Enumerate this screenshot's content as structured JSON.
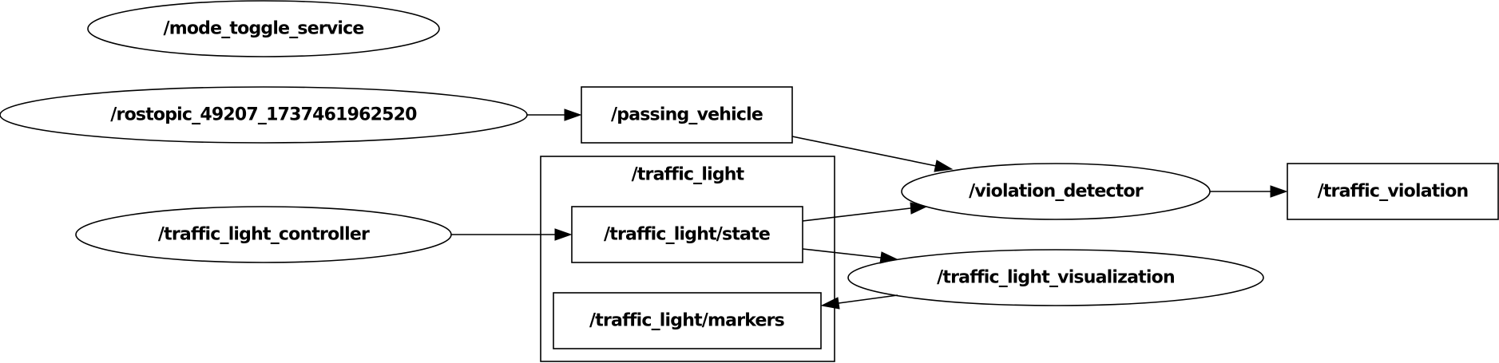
{
  "graph": {
    "nodes": [
      {
        "id": "mode_toggle_service",
        "label": "/mode_toggle_service",
        "kind": "node"
      },
      {
        "id": "rostopic",
        "label": "/rostopic_49207_1737461962520",
        "kind": "node"
      },
      {
        "id": "passing_vehicle",
        "label": "/passing_vehicle",
        "kind": "topic"
      },
      {
        "id": "traffic_light_group",
        "label": "/traffic_light",
        "kind": "namespace"
      },
      {
        "id": "traffic_light_controller",
        "label": "/traffic_light_controller",
        "kind": "node"
      },
      {
        "id": "traffic_light_state",
        "label": "/traffic_light/state",
        "kind": "topic"
      },
      {
        "id": "traffic_light_markers",
        "label": "/traffic_light/markers",
        "kind": "topic"
      },
      {
        "id": "violation_detector",
        "label": "/violation_detector",
        "kind": "node"
      },
      {
        "id": "traffic_light_visualization",
        "label": "/traffic_light_visualization",
        "kind": "node"
      },
      {
        "id": "traffic_violation",
        "label": "/traffic_violation",
        "kind": "topic"
      }
    ],
    "edges": [
      {
        "from": "rostopic",
        "to": "passing_vehicle"
      },
      {
        "from": "passing_vehicle",
        "to": "violation_detector"
      },
      {
        "from": "traffic_light_controller",
        "to": "traffic_light_state"
      },
      {
        "from": "traffic_light_state",
        "to": "violation_detector"
      },
      {
        "from": "traffic_light_state",
        "to": "traffic_light_visualization"
      },
      {
        "from": "traffic_light_visualization",
        "to": "traffic_light_markers"
      },
      {
        "from": "violation_detector",
        "to": "traffic_violation"
      }
    ]
  }
}
